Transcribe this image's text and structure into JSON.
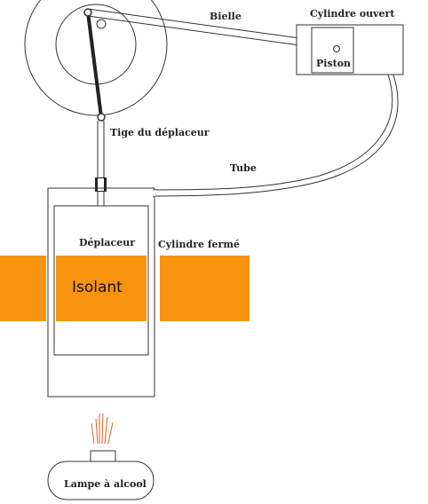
{
  "labels": {
    "bielle": "Bielle",
    "cylindre_ouvert": "Cylindre ouvert",
    "piston": "Piston",
    "tige": "Tige du déplaceur",
    "tube": "Tube",
    "deplaceur": "Déplaceur",
    "cylindre_ferme": "Cylindre fermé",
    "isolant": "Isolant",
    "lampe": "Lampe à alcool"
  },
  "colors": {
    "insulation": "#f7930e",
    "line": "#333333",
    "flame": "#e0602a"
  }
}
